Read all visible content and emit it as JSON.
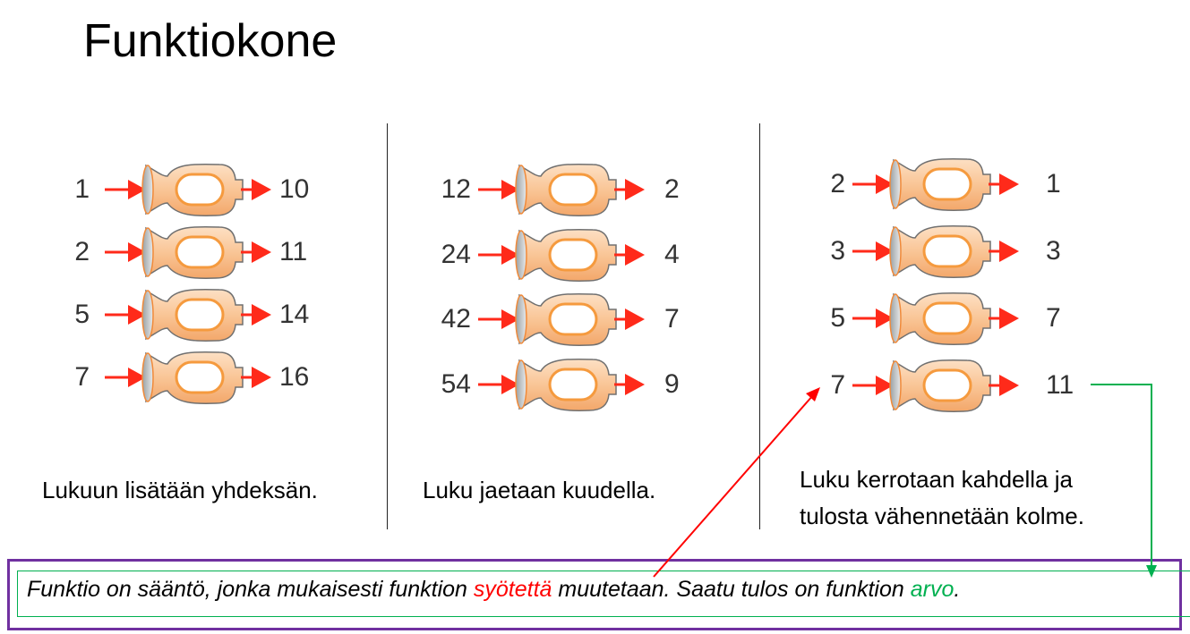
{
  "title": "Funktiokone",
  "columns": [
    {
      "inputs": [
        "1",
        "2",
        "5",
        "7"
      ],
      "outputs": [
        "10",
        "11",
        "14",
        "16"
      ],
      "caption": [
        "Lukuun lisätään yhdeksän."
      ]
    },
    {
      "inputs": [
        "12",
        "24",
        "42",
        "54"
      ],
      "outputs": [
        "2",
        "4",
        "7",
        "9"
      ],
      "caption": [
        "Luku jaetaan kuudella."
      ]
    },
    {
      "inputs": [
        "2",
        "3",
        "5",
        "7"
      ],
      "outputs": [
        "1",
        "3",
        "7",
        "11"
      ],
      "caption": [
        "Luku kerrotaan kahdella ja",
        "tulosta vähennetään kolme."
      ]
    }
  ],
  "definition": {
    "part1": "Funktio on sääntö, jonka mukaisesti funktion ",
    "input_word": "syötettä",
    "part2": " muutetaan. Saatu tulos on funktion ",
    "value_word": "arvo",
    "part3": "."
  },
  "colors": {
    "arrow": "#ff2a1a",
    "input_highlight": "#ff0000",
    "value_highlight": "#00b050",
    "frame": "#7030a0"
  }
}
